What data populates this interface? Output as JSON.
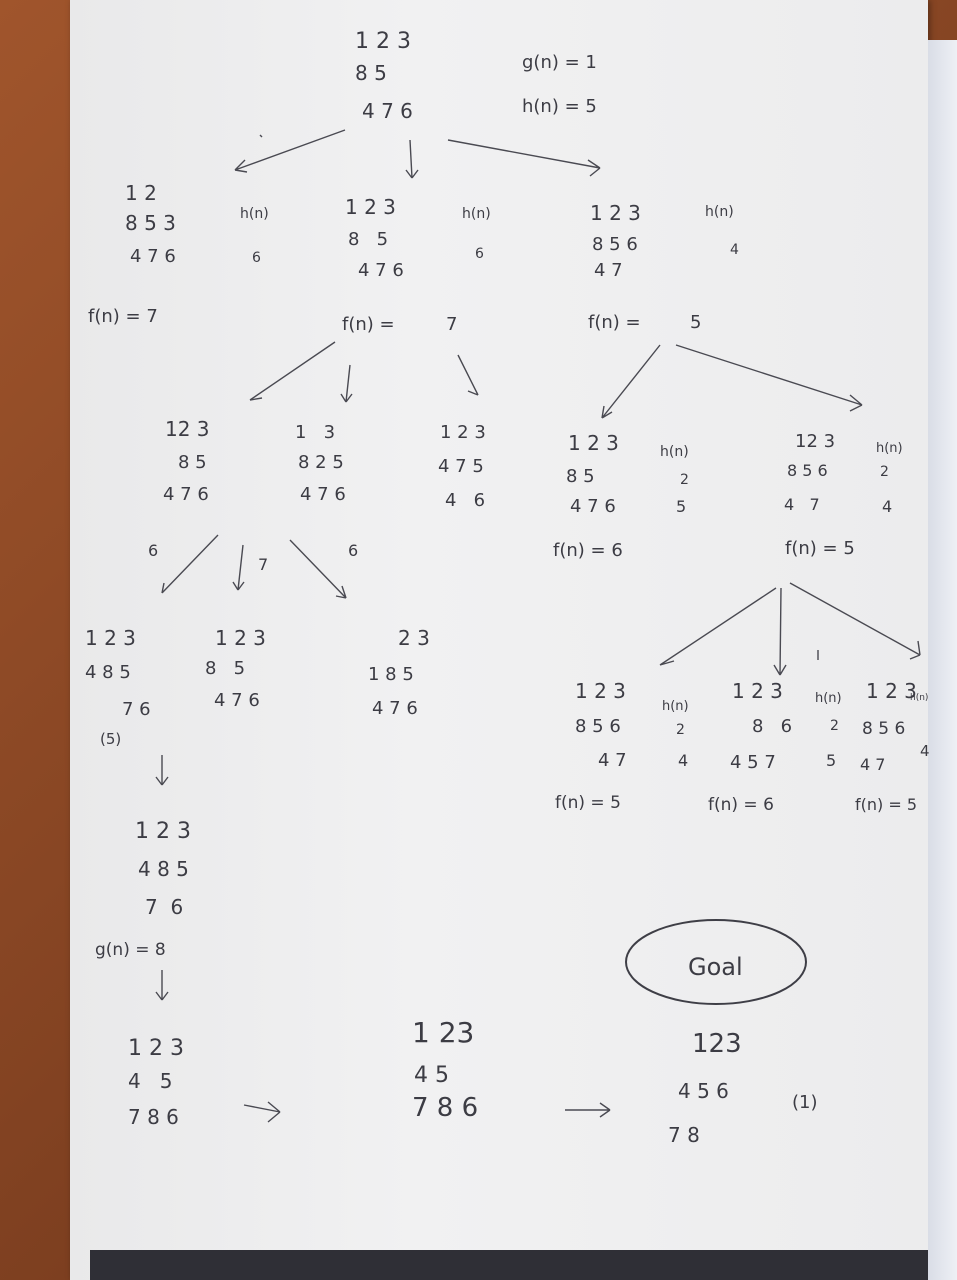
{
  "notes": {
    "root": {
      "grid": [
        "1 2 3",
        "8 5",
        "4 7 6"
      ],
      "g": "g(n) = 1",
      "h": "h(n) = 5"
    },
    "level1": [
      {
        "grid": [
          "1 2",
          "8 5 3",
          "4 7 6"
        ],
        "h_label": "h(n)",
        "h": "6",
        "f": "f(n) = 7"
      },
      {
        "grid": [
          "1 2 3",
          "8   5",
          "4 7 6"
        ],
        "h_label": "h(n)",
        "h": "6",
        "f": "f(n) =",
        "f_val": "7"
      },
      {
        "grid": [
          "1 2 3",
          "8 5 6",
          "4 7"
        ],
        "h_label": "h(n)",
        "h": "4",
        "f": "f(n) =",
        "f_val": "5"
      }
    ],
    "level2_mid": [
      {
        "grid": [
          "12 3",
          "8 5",
          "4 7 6"
        ]
      },
      {
        "grid": [
          "1   3",
          "8 2 5",
          "4 7 6"
        ]
      },
      {
        "grid": [
          "1 2 3",
          "4 7 5",
          "4   6"
        ]
      }
    ],
    "level2_right": [
      {
        "grid": [
          "1 2 3",
          "8 5",
          "4 7 6"
        ],
        "h_label": "h(n)",
        "h": "2",
        "h2": "5",
        "f": "f(n) = 6"
      },
      {
        "grid": [
          "12 3",
          "8 5 6",
          "4   7"
        ],
        "h_label": "h(n)",
        "h": "2",
        "h2": "4",
        "f": "f(n) = 5"
      }
    ],
    "edge_costs": [
      "6",
      "7",
      "6"
    ],
    "level3_left": [
      {
        "grid": [
          "1 2 3",
          "4 8 5",
          "7 6"
        ],
        "f": "(5)"
      },
      {
        "grid": [
          "1 2 3",
          "8   5",
          "4 7 6"
        ]
      },
      {
        "grid": [
          "2 3",
          "1 8 5",
          "4 7 6"
        ]
      }
    ],
    "level3_right": [
      {
        "grid": [
          "1 2 3",
          "8 5 6",
          "4 7"
        ],
        "h_label": "h(n)",
        "h": "2",
        "h2": "4",
        "f": "f(n) = 5"
      },
      {
        "grid": [
          "1 2 3",
          "8   6",
          "4 5 7"
        ],
        "h_label": "h(n)",
        "h": "2",
        "h2": "5",
        "f": "f(n) = 6"
      },
      {
        "grid": [
          "1 2 3",
          "8 5 6",
          "4 7"
        ],
        "h_label": "h(n)",
        "h": "4",
        "f": "f(n) = 5"
      }
    ],
    "down_chain": {
      "step1": [
        "1 2 3",
        "4 8 5",
        "7  6"
      ],
      "g": "g(n) = 8",
      "step2": [
        "1 2 3",
        "4   5",
        "7 8 6"
      ]
    },
    "bottom_row": {
      "middle": [
        "1 23",
        "4 5",
        "7 8 6"
      ],
      "goal_label": "Goal",
      "goal": [
        "123",
        "4 5 6",
        "7 8"
      ],
      "goal_note": "(1)"
    }
  }
}
